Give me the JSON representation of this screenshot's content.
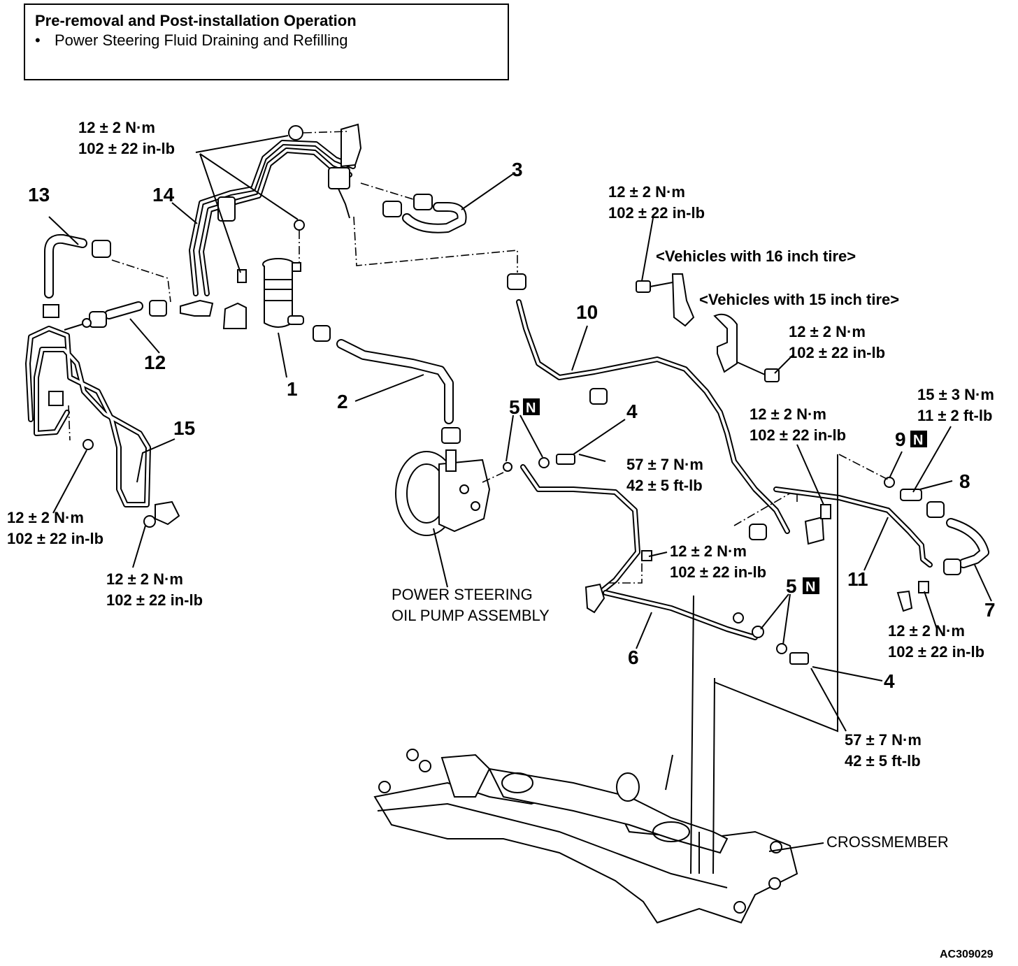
{
  "header": {
    "title": "Pre-removal and Post-installation Operation",
    "bullets": [
      "Power Steering Fluid Draining and Refilling"
    ]
  },
  "torque": {
    "t12_nm": "12 ± 2 N·m",
    "t12_inlb": "102 ± 22 in-lb",
    "t57_nm": "57 ± 7 N·m",
    "t57_ftlb": "42 ± 5 ft-lb",
    "t15_nm": "15 ± 3 N·m",
    "t15_ftlb": "11 ± 2 ft-lb"
  },
  "notes": {
    "tire16": "<Vehicles with 16 inch tire>",
    "tire15": "<Vehicles with 15 inch tire>"
  },
  "parts": {
    "n1": "1",
    "n2": "2",
    "n3": "3",
    "n4": "4",
    "n5": "5",
    "n6": "6",
    "n7": "7",
    "n8": "8",
    "n9": "9",
    "n10": "10",
    "n11": "11",
    "n12": "12",
    "n13": "13",
    "n14": "14",
    "n15": "15"
  },
  "badge": "N",
  "captions": {
    "pump_line1": "POWER STEERING",
    "pump_line2": "OIL PUMP ASSEMBLY",
    "crossmember": "CROSSMEMBER"
  },
  "figure_code": "AC309029"
}
